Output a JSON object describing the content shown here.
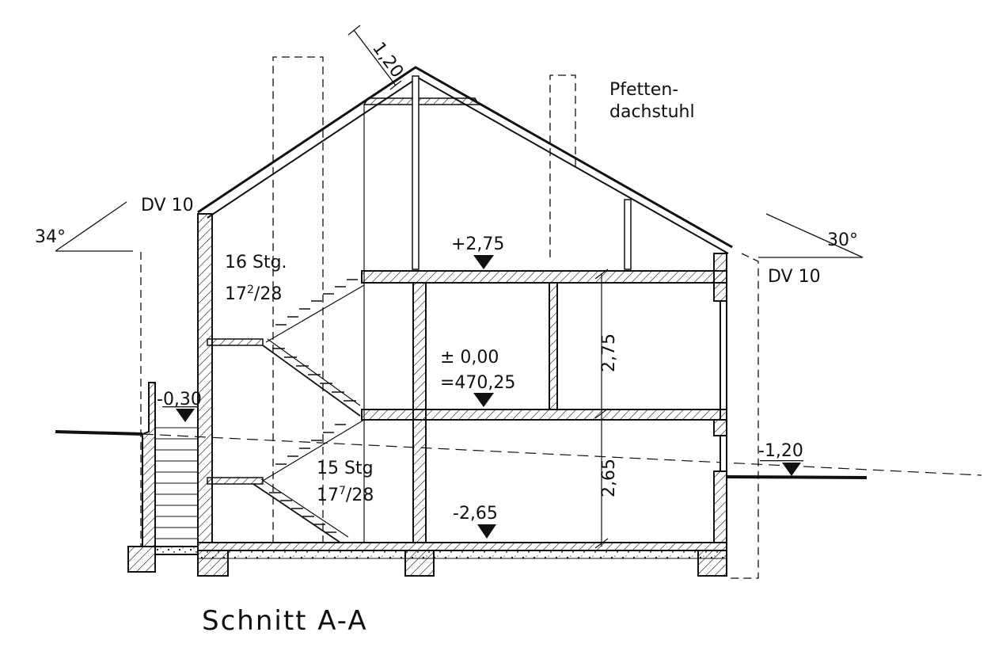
{
  "title": "Schnitt A-A",
  "roof": {
    "type_label": [
      "Pfetten-",
      "dachstuhl"
    ],
    "overhang_dim": "1,20",
    "eave_left": "DV 10",
    "eave_right": "DV 10",
    "pitch_left": "34°",
    "pitch_right": "30°"
  },
  "levels": {
    "upper_floor": "+2,75",
    "ground_floor_rel": "± 0,00",
    "ground_floor_abs": "=470,25",
    "basement": "-2,65",
    "outside_left": "-0,30",
    "outside_right": "-1,20"
  },
  "dimensions": {
    "ground_floor_height": "2,75",
    "basement_height": "2,65"
  },
  "stairs": {
    "upper": {
      "steps": "16 Stg.",
      "rise_base": "17",
      "rise_sup": "2",
      "rise_rest": "/28"
    },
    "lower": {
      "steps": "15 Stg",
      "rise_base": "17",
      "rise_sup": "7",
      "rise_rest": "/28"
    }
  },
  "colors": {
    "line": "#111111",
    "paper": "#ffffff"
  }
}
